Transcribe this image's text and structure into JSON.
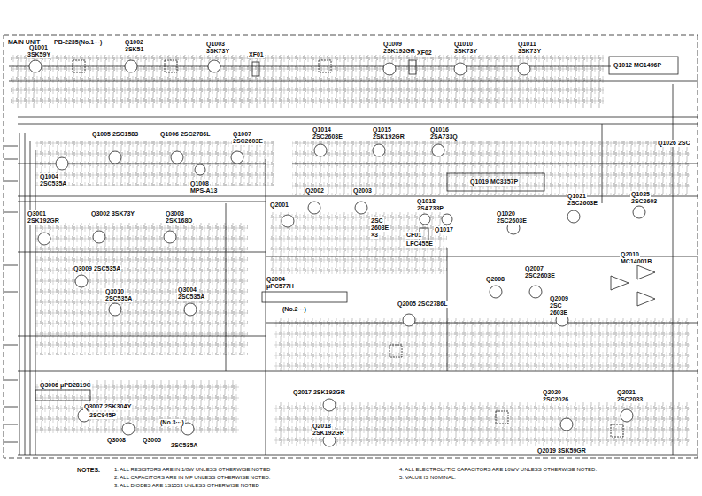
{
  "diagram": {
    "title": "MAIN UNIT",
    "labels": [
      "PB-2235(No.1···)",
      "Q1001",
      "3SK59Y",
      "Q1002",
      "3SK51",
      "Q1003",
      "3SK73Y",
      "XF01",
      "Q1009",
      "2SK192GR",
      "XF02",
      "Q1010",
      "3SK73Y",
      "Q1011",
      "3SK73Y",
      "Q1012 MC1496P",
      "Q1005 2SC1583",
      "Q1006 2SC2786L",
      "Q1007",
      "2SC2603E",
      "Q1004",
      "2SC535A",
      "Q1008",
      "MPS-A13",
      "Q1014",
      "2SC2603E",
      "Q1015",
      "2SK192GR",
      "Q1016",
      "2SA733Q",
      "Q1019 MC3357P",
      "Q1018",
      "2SA733P",
      "Q1017",
      "CF01",
      "LFC455E",
      "Q1020",
      "2SC2603E",
      "Q1021",
      "2SC2603E",
      "Q1025",
      "2SC2603",
      "Q1026 2SC",
      "Q3001",
      "2SK192GR",
      "Q3002 3SK73Y",
      "Q3003",
      "2SK168D",
      "Q2001",
      "Q2002",
      "Q2003",
      "2SC",
      "2603E",
      "×3",
      "Q2004",
      "μPC577H",
      "(No.2···)",
      "Q3009 2SC535A",
      "Q3010",
      "2SC535A",
      "Q3004",
      "2SC535A",
      "Q2005 2SC2786L",
      "Q2008",
      "Q2007",
      "2SC2603E",
      "Q2009",
      "2SC",
      "2603E",
      "Q2010",
      "MC14001B",
      "Q3006 μPD2819C",
      "Q3007 2SK30AY",
      "2SC945P",
      "Q3008",
      "Q3005",
      "2SC535A",
      "(No.3···)",
      "Q2017 2SK192GR",
      "Q2018",
      "2SK192GR",
      "Q2020",
      "2SC2026",
      "Q2021",
      "2SC2033",
      "Q2019 3SK59GR",
      "NOTES.",
      "1. ALL RESISTORS ARE IN 1/8W UNLESS OTHERWISE NOTED",
      "2. ALL CAPACITORS ARE IN MF UNLESS OTHERWISE NOTED.",
      "3. ALL DIODES ARE 1S1553 UNLESS OTHERWISE NOTED",
      "4. ALL ELECTROLYTIC CAPACITORS ARE 16WV UNLESS OTHERWISE NOTED.",
      "5. VALUE IS NOMINAL."
    ]
  }
}
